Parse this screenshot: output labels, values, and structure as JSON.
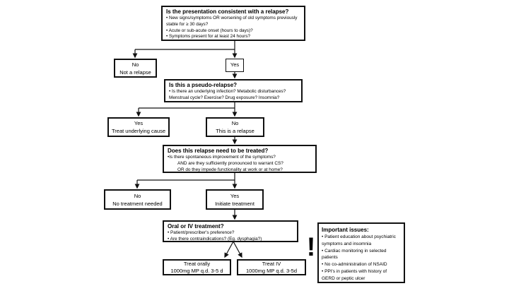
{
  "colors": {
    "ink": "#000000",
    "background": "#ffffff"
  },
  "flow": {
    "q1": {
      "title": "Is the presentation consistent with a relapse?",
      "bullets": [
        "• New signs/symptoms OR worsening of old symptoms previously stable for ≥ 30 days?",
        "• Acute or sub-acute onset (hours to days)?",
        "• Symptoms present for at least 24 hours?"
      ]
    },
    "no_not_relapse": {
      "line1": "No",
      "line2": "Not a relapse"
    },
    "yes1": {
      "label": "Yes"
    },
    "q2": {
      "title": "Is this a pseudo-relapse?",
      "bullets": [
        "• Is there an underlying infection? Metabolic disturbances? Menstrual cycle? Exercise? Drug exposure? Insomnia?"
      ]
    },
    "yes_treat_underlying": {
      "line1": "Yes",
      "line2": "Treat underlying cause"
    },
    "no_this_is_relapse": {
      "line1": "No",
      "line2": "This is a relapse"
    },
    "q3": {
      "title": "Does this relapse need to be treated?",
      "lines": [
        "•Is there spontaneous improvement of the symptoms?",
        "AND are they sufficiently pronounced to warrant CS?",
        "OR do they impede functionality at work or at home?"
      ]
    },
    "no_treatment": {
      "line1": "No",
      "line2": "No treatment needed"
    },
    "yes_initiate": {
      "line1": "Yes",
      "line2": "Initiate treatment"
    },
    "q4": {
      "title": "Oral or IV treatment?",
      "bullets": [
        "• Patient/prescriber's preference?",
        "• Are there contraindications? (Eg. dysphagia?)"
      ]
    },
    "treat_orally": {
      "line1": "Treat orally",
      "line2": "1000mg MP q.d. 3-5 d"
    },
    "treat_iv": {
      "line1": "Treat IV",
      "line2": "1000mg MP q.d. 3-5d"
    },
    "important": {
      "exclamation": "!",
      "title": "Important issues:",
      "bullets": [
        "• Patient education about psychiatric symptoms and insomnia",
        "• Cardiac monitoring in selected patients",
        "• No co-administration of NSAID",
        "• PPI's in patients with history of GERD or peptic ulcer"
      ]
    }
  }
}
